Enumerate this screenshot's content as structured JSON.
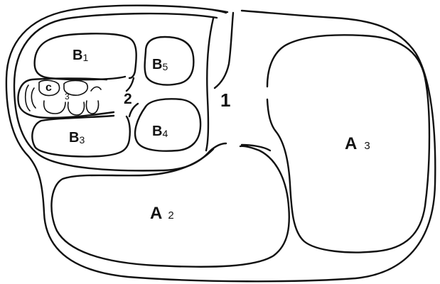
{
  "diagram": {
    "regions": {
      "b1": {
        "name": "B",
        "sub": "1"
      },
      "b5": {
        "name": "B",
        "sub": "5"
      },
      "b3": {
        "name": "B",
        "sub": "3"
      },
      "b4": {
        "name": "B",
        "sub": "4"
      },
      "c": {
        "name": "c",
        "sub": "3"
      },
      "a2": {
        "name": "A",
        "sub": "2"
      },
      "a3": {
        "name": "A",
        "sub": "3"
      }
    },
    "gaps": {
      "two": "2",
      "one": "1"
    },
    "stroke_color": "#111111"
  }
}
